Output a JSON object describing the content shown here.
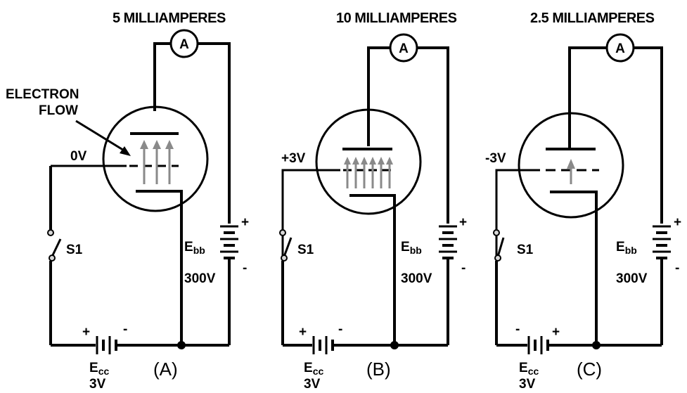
{
  "circuits": [
    {
      "title": "5 MILLIAMPERES",
      "grid_bias": "0V",
      "switch": "S1",
      "supply": "300V",
      "figure": "(A)",
      "flow_arrows": 3
    },
    {
      "title": "10 MILLIAMPERES",
      "grid_bias": "+3V",
      "switch": "S1",
      "supply": "300V",
      "figure": "(B)",
      "flow_arrows": 6
    },
    {
      "title": "2.5 MILLIAMPERES",
      "grid_bias": "-3V",
      "switch": "S1",
      "supply": "300V",
      "figure": "(C)",
      "flow_arrows": 1
    }
  ],
  "meter_symbol": "A",
  "electron_flow_label": [
    "ELECTRON",
    "FLOW"
  ],
  "plate_supply": {
    "letter": "E",
    "subscript": "bb"
  },
  "grid_supply": {
    "letter": "E",
    "subscript": "cc",
    "voltage": "3V"
  },
  "polarity": {
    "plus": "+",
    "minus": "-"
  },
  "colors": {
    "wire": "#000000",
    "electron_arrow": "#8a8a8a",
    "background": "#ffffff"
  }
}
